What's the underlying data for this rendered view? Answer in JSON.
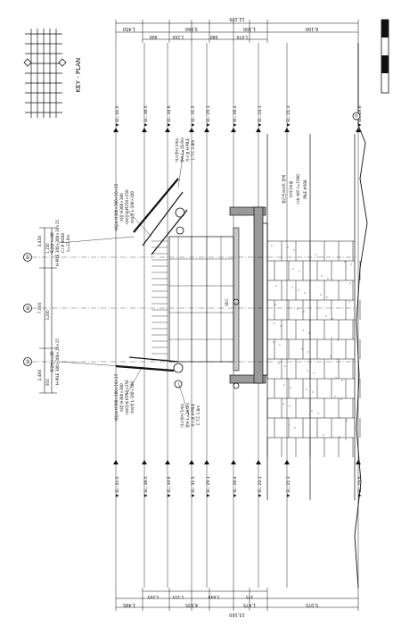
{
  "key_plan": {
    "label": "KEY - PLAN"
  },
  "dimensions": {
    "top_total": "12,105",
    "top_segments": [
      "1,450",
      "3,960",
      "1,100",
      "6,100"
    ],
    "top_sub": [
      "800",
      "1,200",
      "880",
      "1,670"
    ],
    "bottom_total": "13,160",
    "bottom_segments": [
      "1,495",
      "4,935",
      "1,475",
      "5,075"
    ],
    "bottom_sub": [
      "1,245",
      "1,315",
      "1,640",
      "375"
    ],
    "left_stack": [
      "3,450",
      "7,000",
      "1,460"
    ],
    "left_sub": [
      "1,150",
      "3,200",
      "910"
    ]
  },
  "grid": {
    "left_bubbles": [
      "①",
      "②",
      "③"
    ],
    "right_bubble": "①"
  },
  "levels": {
    "top": [
      "▼ EL. 41.0",
      "▼ EL. 38.5",
      "▼ EL. 34.6",
      "▼ EL. 31.5",
      "▼ EL. 29.1",
      "▼ EL. 26.4",
      "▼ EL. 24.1",
      "▼ EL. 21.3",
      "▼ EL. 19.6"
    ],
    "bottom": [
      "▼ EL. 41.0",
      "▼ EL. 38.5",
      "▼ EL. 34.6",
      "▼ EL. 31.5",
      "▼ EL. 29.1",
      "▼ EL. 26.4",
      "▼ EL. 24.1",
      "▼ EL. 21.3",
      "▼ EL. 19.6"
    ]
  },
  "notes": {
    "upper_left": [
      "버팀보 H300×300×10×15",
      "띠장 H300×300",
      "사보강재 H250×250",
      "브라켓 L-100×100"
    ],
    "upper_mid": [
      "어스앵커 3개소",
      "앵커 L=18.0m",
      "가시설 H-PILE",
      "C.T.C 1.8m"
    ],
    "upper_right": [
      "토류판 t=80",
      "H-PILE 300×300×10×15",
      "C.I.P Φ400",
      "L=12.0m"
    ],
    "lower_left": [
      "버팀보 H300×300×10×15",
      "띠장 H300×300",
      "사보강재 H250×250",
      "브라켓 L-100×100"
    ],
    "lower_mid": [
      "어스앵커 3개소",
      "앵커 L=18.0m",
      "가시설 H-PILE",
      "C.T.C 1.8m"
    ],
    "lower_right": [
      "토류판 t=80",
      "H-PILE 300×300×10×15"
    ],
    "core": [
      "철근콘크리트 옹벽",
      "지하구조물",
      "기초 매트 t=1500",
      "PILE Φ508"
    ],
    "center": "SEC."
  },
  "colors": {
    "line": "#111111",
    "hatch": "#555555",
    "concrete": "#9a9a9a"
  }
}
